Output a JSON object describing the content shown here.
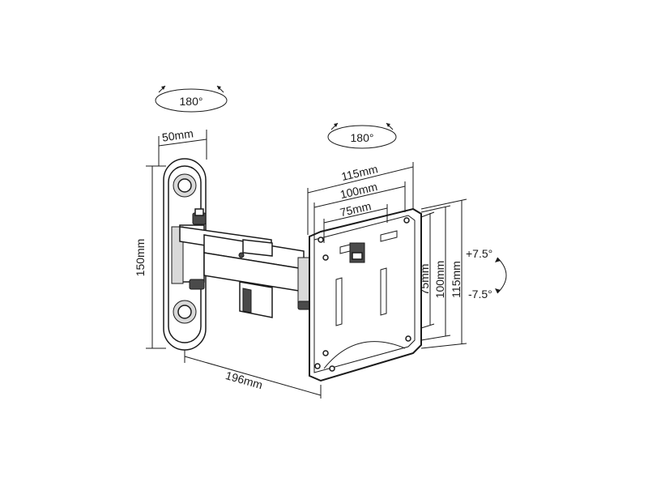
{
  "dimensions": {
    "wall_plate_width": "50mm",
    "wall_plate_height": "150mm",
    "arm_extension": "196mm",
    "vesa_width_115": "115mm",
    "vesa_width_100": "100mm",
    "vesa_width_75": "75mm",
    "vesa_height_75": "75mm",
    "vesa_height_100": "100mm",
    "vesa_height_115": "115mm"
  },
  "rotations": {
    "wall_swivel": "180°",
    "head_swivel": "180°",
    "tilt_up": "+7.5°",
    "tilt_down": "-7.5°"
  }
}
